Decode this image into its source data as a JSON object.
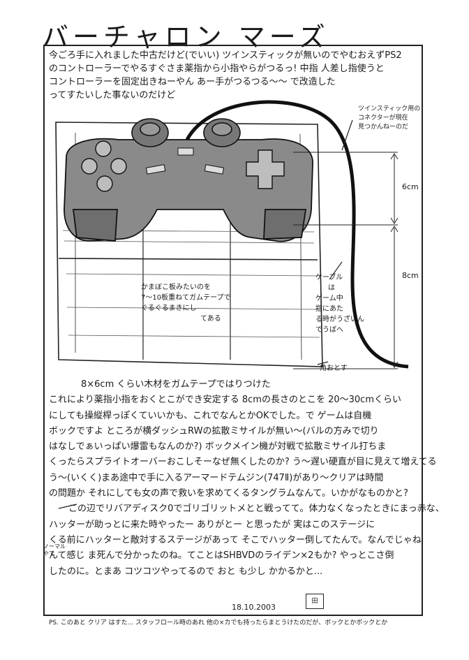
{
  "title": "バーチャロン マーズ",
  "intro_lines": [
    "今ごろ手に入れました中古だけど(でいい) ツインスティックが無いのでやむおえずPS2",
    "のコントローラーでやるすぐさま薬指から小指やらがつるっ! 中指 人差し指使うと",
    "コントローラーを固定出きねーやん あー手がつるつる〜〜 で改造した",
    "ってすたいした事ないのだけど"
  ],
  "connector_note": [
    "ツインスティック用の",
    "コネクターが現在",
    "見つかんねーのだ"
  ],
  "dim_top": "6cm",
  "dim_bottom": "8cm",
  "center_note": [
    "かまぼこ板みたいのを",
    "7〜10板重ねてガムテープで",
    "ぐるぐるまきにし",
    "てある"
  ],
  "cable_note": [
    "ケーブル",
    "は",
    "ゲーム中",
    "指にあた",
    "る時がうざいん",
    "でうばへ"
  ],
  "corner_note": "角おとす",
  "body_lines": [
    "8×6cm くらい木材をガムテープではりつけた",
    "これにより薬指小指をおくとこができ安定する 8cmの長さのとこを 20〜30cmくらい",
    "にしても操縦桿っぽくていいかも、これでなんとかOKでした。で ゲームは自機",
    "ボックですよ ところが横ダッシュRWの拡散ミサイルが無い〜(バルの方みで切り",
    "はなしでぁいっぱい爆雷もなんのか?) ボックメイン機が対戦で拡散ミサイル打ちま",
    "くったらスプライトオーバーおこしそーなぜ無くしたのか? う〜遅い硬直が目に見えて増えてる",
    "う〜(いくく)まあ途中で手に入るアーマードテムジン(747Ⅱ)があり〜クリアは時間",
    "の問題か それにしても女の声で救いを求めてくるタングラムなんて。いかがなものかと?",
    "この辺でリバアディスク0でゴリゴリットメとと戦ってて。体力なくなったときにまっ赤な、",
    "ハッターが助っとに来た時やったー ありがとー と思ったが 実はこのステージに",
    "くる前にハッターと敵対するステージがあって そこでハッター倒してたんで。なんでじゃね",
    "んて感じ ま死んで分かったのね。てことはSHBVDのライデン×2もか? やっとこさ倒",
    "したのに。とまあ コツコツやってるので おと も少し かかるかと..."
  ],
  "normal_tag": [
    "ノーマル",
    "やで"
  ],
  "date": "18.10.2003",
  "seal": "田",
  "ps_line": "PS. このあと クリア はすた... スタッフロール時のあれ 他の×カでも持ったらまとうけたのだが、ボックとかボックとか"
}
